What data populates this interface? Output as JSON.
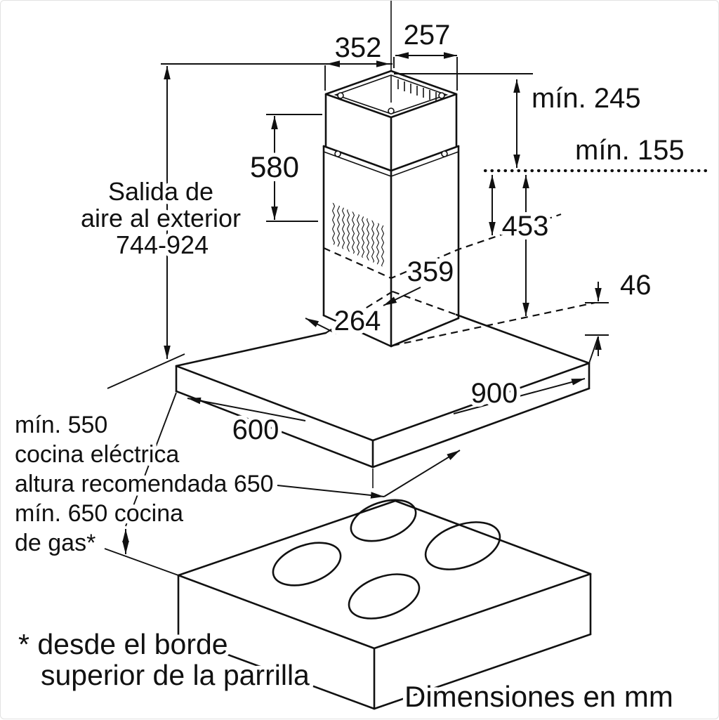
{
  "diagram": {
    "type": "island-hood-installation-drawing",
    "units_note": "Dimensiones en mm",
    "dims": {
      "d352": "352",
      "d257": "257",
      "min245": "mín. 245",
      "min155": "mín. 155",
      "d580": "580",
      "d453": "453",
      "d359": "359",
      "d46": "46",
      "d264": "264",
      "d600": "600",
      "d900": "900"
    },
    "air_outlet": {
      "line1": "Salida de",
      "line2": "aire al exterior",
      "range": "744-924"
    },
    "height_note": {
      "line1": "mín. 550",
      "line2": "cocina eléctrica",
      "line3": "altura recomendada 650",
      "line4": "mín. 650 cocina",
      "line5": "de gas*"
    },
    "footnote": {
      "line1": "* desde el borde",
      "line2": "superior de la parrilla"
    }
  }
}
